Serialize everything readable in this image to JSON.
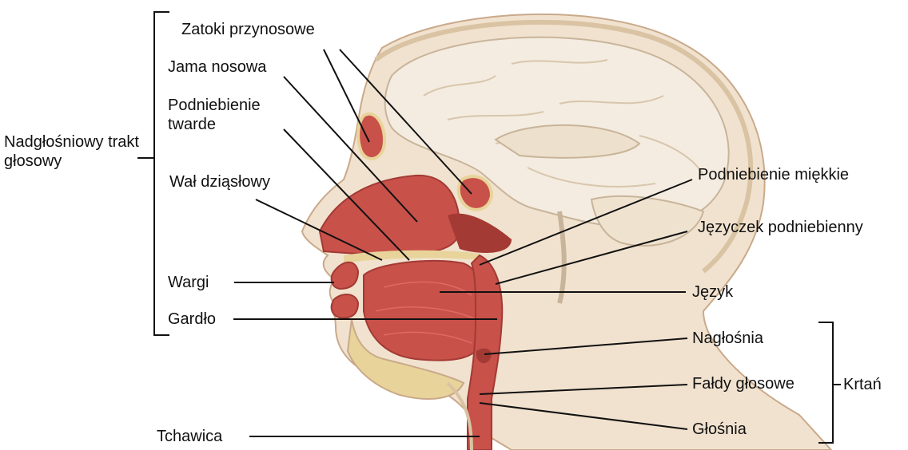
{
  "labels": {
    "group_supraglottal": "Nadgłośniowy trakt głosowy",
    "sinuses": "Zatoki przynosowe",
    "nasal_cavity": "Jama nosowa",
    "hard_palate": "Podniebienie twarde",
    "alveolar_ridge": "Wał dziąsłowy",
    "lips": "Wargi",
    "pharynx": "Gardło",
    "trachea": "Tchawica",
    "soft_palate": "Podniebienie miękkie",
    "uvula": "Języczek podniebienny",
    "tongue": "Język",
    "epiglottis": "Nagłośnia",
    "vocal_folds": "Fałdy głosowe",
    "glottis": "Głośnia",
    "group_larynx": "Krtań"
  },
  "colors": {
    "skin": "#f1e2cf",
    "skin_edge": "#c9a98a",
    "brain": "#f4ece0",
    "brain_line": "#c8b49a",
    "bone": "#e8d49a",
    "tissue": "#c8514a",
    "tissue_dark": "#a33a34",
    "cavity": "#e6a39a",
    "line": "#111111"
  }
}
